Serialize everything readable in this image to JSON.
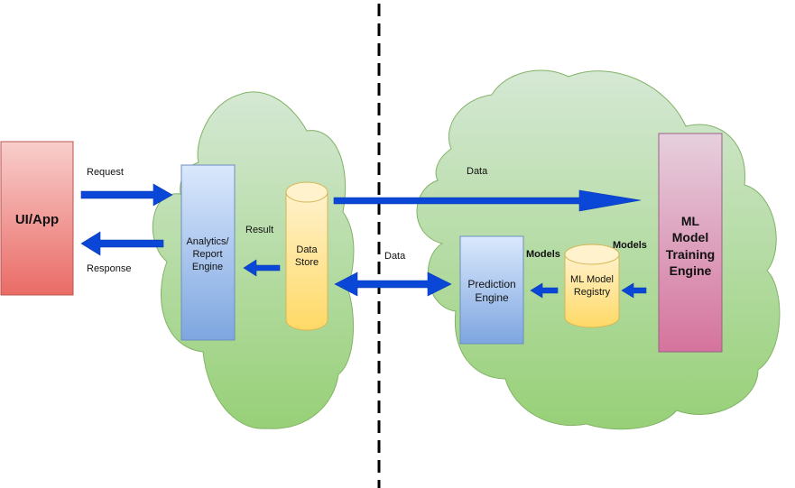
{
  "diagram": {
    "nodes": {
      "ui_app": {
        "label": "UI/App"
      },
      "analytics_engine": {
        "lines": [
          "Analytics/",
          "Report",
          "Engine"
        ]
      },
      "data_store": {
        "lines": [
          "Data",
          "Store"
        ]
      },
      "prediction_engine": {
        "lines": [
          "Prediction",
          "Engine"
        ]
      },
      "model_registry": {
        "lines": [
          "ML Model",
          "Registry"
        ]
      },
      "training_engine": {
        "lines": [
          "ML",
          "Model",
          "Training",
          "Engine"
        ]
      }
    },
    "edges": {
      "request": {
        "label": "Request"
      },
      "response": {
        "label": "Response"
      },
      "result": {
        "label": "Result"
      },
      "data_to_training": {
        "label": "Data"
      },
      "data_bidirectional": {
        "label": "Data"
      },
      "models_to_prediction": {
        "label": "Models"
      },
      "models_to_registry": {
        "label": "Models"
      }
    },
    "colors": {
      "arrow": "#0b47d6",
      "cloud_top": "#d5e8d4",
      "cloud_bottom": "#97d077",
      "ui_top": "#f8cecc",
      "ui_bottom": "#ea6b66",
      "blue_top": "#dae8fc",
      "blue_bottom": "#7ea6e0",
      "yellow_top": "#fff2cc",
      "yellow_bottom": "#ffd966",
      "pink_top": "#e6d0de",
      "pink_bottom": "#d5739d"
    }
  }
}
